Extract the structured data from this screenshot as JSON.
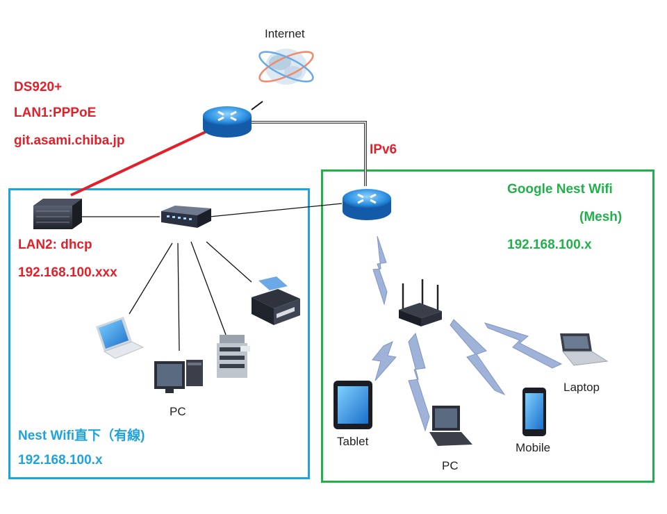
{
  "labels": {
    "internet": "Internet",
    "ds_name": "DS920+",
    "ds_lan1": "LAN1:PPPoE",
    "ds_host": "git.asami.chiba.jp",
    "ipv6": "IPv6",
    "lan2": "LAN2: dhcp",
    "lan2_ip": "192.168.100.xxx",
    "google_title": "Google Nest Wifi",
    "google_mesh": "(Mesh)",
    "google_ip": "192.168.100.x",
    "wired_title": "Nest Wifi直下（有線)",
    "wired_ip": "192.168.100.x",
    "pc_wired": "PC",
    "tablet": "Tablet",
    "pc_wireless": "PC",
    "mobile": "Mobile",
    "laptop": "Laptop"
  },
  "colors": {
    "red": "#e3202a",
    "blue": "#1fa3dc",
    "green": "#22b04b",
    "lightning": "#9fb2d8"
  },
  "icons": [
    "globe-icon",
    "router-icon",
    "nas-server-icon",
    "switch-icon",
    "laptop-icon",
    "desktop-pc-icon",
    "copier-icon",
    "printer-icon",
    "wireless-ap-icon",
    "tablet-icon",
    "mobile-phone-icon"
  ]
}
